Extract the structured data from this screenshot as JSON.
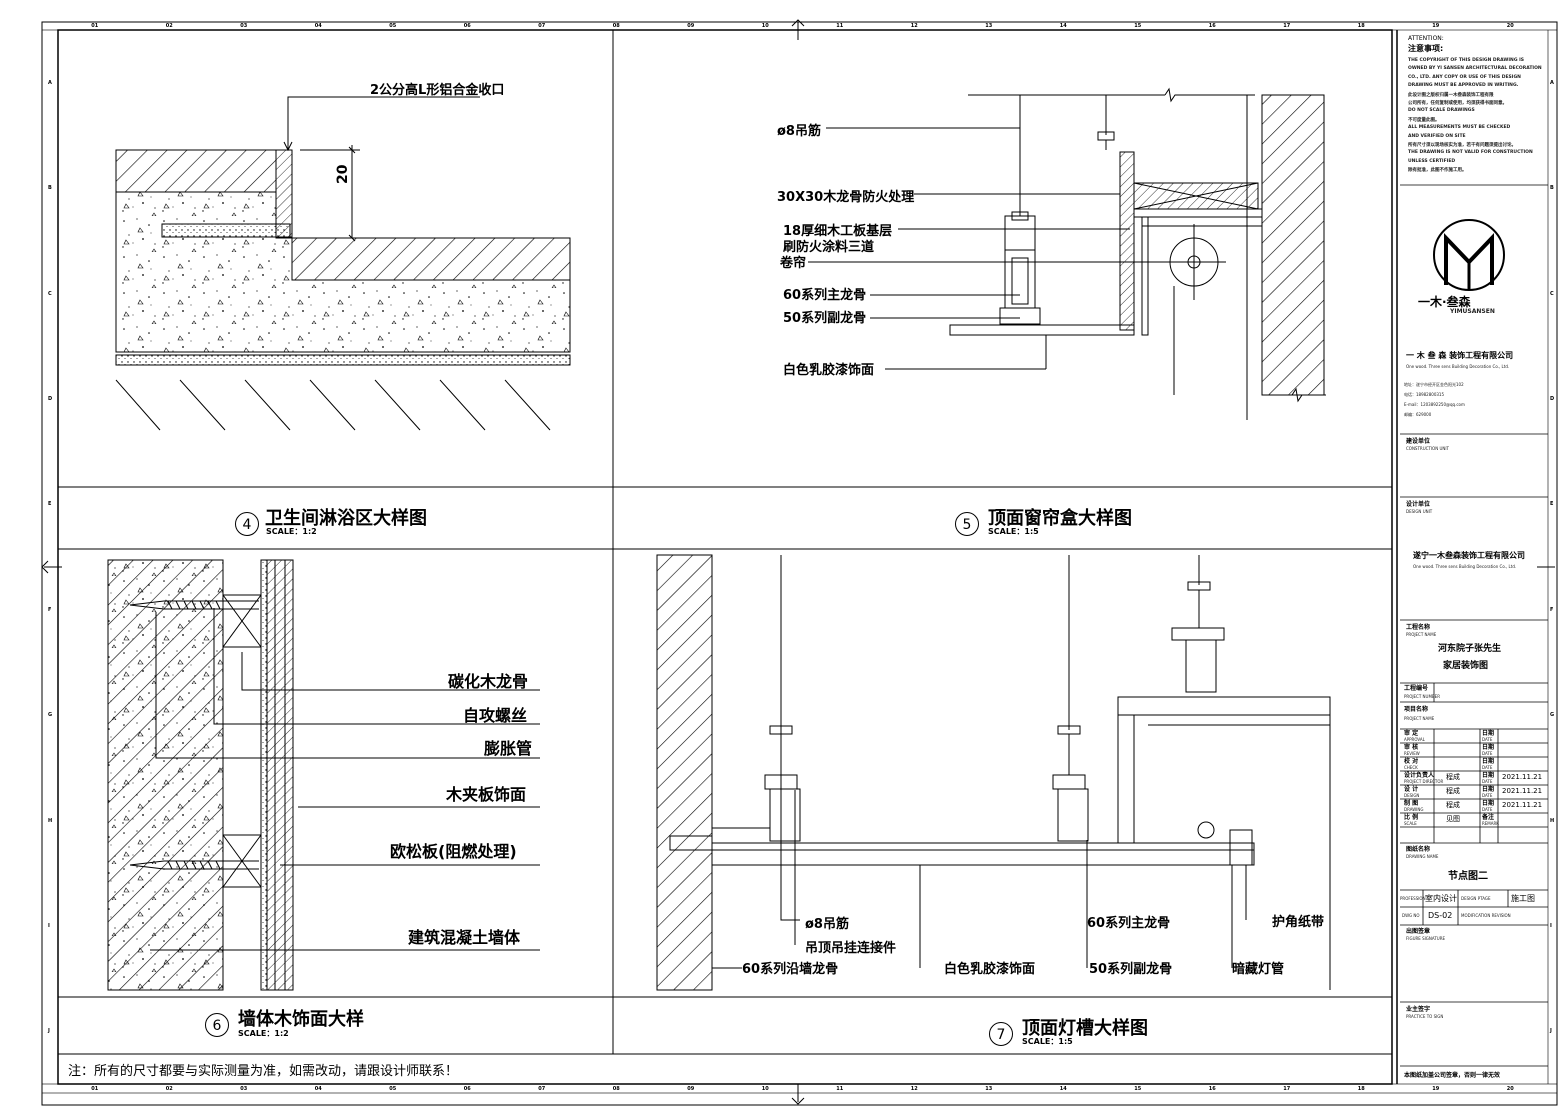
{
  "sheet": {
    "grid_numbers": [
      "01",
      "02",
      "03",
      "04",
      "05",
      "06",
      "07",
      "08",
      "09",
      "10",
      "11",
      "12",
      "13",
      "14",
      "15",
      "16",
      "17",
      "18",
      "19",
      "20"
    ],
    "grid_letters": [
      "A",
      "B",
      "C",
      "D",
      "E",
      "F",
      "G",
      "H",
      "I",
      "J"
    ],
    "note": "注：所有的尺寸都要与实际测量为准，如需改动，请跟设计师联系！"
  },
  "detail4": {
    "title": "卫生间淋浴区大样图",
    "number": "4",
    "scale": "SCALE：1:2",
    "label_top": "2公分高L形铝合金收口",
    "dim": "20"
  },
  "detail5": {
    "title": "顶面窗帘盒大样图",
    "number": "5",
    "scale": "SCALE：1:5",
    "labels": [
      "ø8吊筋",
      "30X30木龙骨防火处理",
      "18厚细木工板基层",
      "刷防火涂料三道",
      "卷帘",
      "60系列主龙骨",
      "50系列副龙骨",
      "白色乳胶漆饰面"
    ]
  },
  "detail6": {
    "title": "墙体木饰面大样",
    "number": "6",
    "scale": "SCALE：1:2",
    "labels": [
      "碳化木龙骨",
      "自攻螺丝",
      "膨胀管",
      "木夹板饰面",
      "欧松板(阻燃处理)",
      "建筑混凝土墙体"
    ]
  },
  "detail7": {
    "title": "顶面灯槽大样图",
    "number": "7",
    "scale": "SCALE：1:5",
    "labels": [
      "ø8吊筋",
      "吊顶吊挂连接件",
      "60系列沿墙龙骨",
      "白色乳胶漆饰面",
      "60系列主龙骨",
      "50系列副龙骨",
      "护角纸带",
      "暗藏灯管"
    ]
  },
  "titleblock": {
    "attention_head": "ATTENTION:",
    "attention_cn": "注意事项:",
    "attention_lines": [
      "THE COPYRIGHT OF THIS DESIGN DRAWING IS",
      "OWNED BY YI SANSEN ARCHITECTURAL DECORATION",
      "CO., LTD. ANY COPY OR USE OF THIS DESIGN",
      "DRAWING MUST BE APPROVED IN WRITING.",
      "此设计图之版权归属一木叁森装饰工程有限",
      "公司所有，任何复制或使用，均须获得书面同意。",
      "DO NOT SCALE DRAWINGS",
      "不可度量此图。",
      "ALL MEASUREMENTS MUST BE CHECKED",
      "AND VERIFIED ON SITE",
      "所有尺寸须以现场核实为准，若干有问题须提出讨论。",
      "THE DRAWING IS NOT VALID FOR CONSTRUCTION",
      "UNLESS CERTIFIED",
      "除有批准，此图不作施工用。"
    ],
    "logo_cn": "一木·叁森",
    "logo_en": "YIMUSANSEN",
    "company_cn": "一 木 叁 森  装饰工程有限公司",
    "company_en": "One wood. Three sens Building Decoration Co., Ltd.",
    "addr": "地址：遂宁市经开区金色阳光102",
    "tel": "电话：18982800315",
    "email": "E-mail：1203892250@qq.com",
    "zip": "邮编：629000",
    "construction_unit_cn": "建设单位",
    "construction_unit_en": "CONSTRUCTION UNIT",
    "design_unit_cn": "设计单位",
    "design_unit_en": "DESIGN UNIT",
    "design_company_cn": "遂宁一木叁森装饰工程有限公司",
    "design_company_en": "One wood. Three sens Building Decoration Co., Ltd.",
    "project_name_cn": "工程名称",
    "project_name_en": "PROJECT NAME",
    "project_line1": "河东院子张先生",
    "project_line2": "家居装饰图",
    "project_no_cn": "工程编号",
    "project_no_en": "PROJECT NUMBER",
    "item_name_cn": "项目名称",
    "item_name_en": "PROJECT NAME",
    "rows": [
      {
        "cn": "审  定",
        "en": "APPROVAL",
        "name": "",
        "date_cn": "日期",
        "date_en": "DATE",
        "date": ""
      },
      {
        "cn": "审  核",
        "en": "REVIEW",
        "name": "",
        "date_cn": "日期",
        "date_en": "DATE",
        "date": ""
      },
      {
        "cn": "校  对",
        "en": "CHECK",
        "name": "",
        "date_cn": "日期",
        "date_en": "DATE",
        "date": ""
      },
      {
        "cn": "设计负责人",
        "en": "PROJECT DIRECTOR",
        "name": "程成",
        "date_cn": "日期",
        "date_en": "DATE",
        "date": "2021.11.21"
      },
      {
        "cn": "设  计",
        "en": "DESIGN",
        "name": "程成",
        "date_cn": "日期",
        "date_en": "DATE",
        "date": "2021.11.21"
      },
      {
        "cn": "制  图",
        "en": "DRAWING",
        "name": "程成",
        "date_cn": "日期",
        "date_en": "DATE",
        "date": "2021.11.21"
      },
      {
        "cn": "比  例",
        "en": "SCALE",
        "name": "见图",
        "date_cn": "备注",
        "date_en": "REMARK",
        "date": ""
      }
    ],
    "drawing_name_cn": "图纸名称",
    "drawing_name_en": "DRAWING NAME",
    "drawing_name": "节点图二",
    "profession_en": "PROFESSION",
    "profession": "室内设计",
    "phase_en": "DESIGN PTAGE",
    "phase": "施工图",
    "dwg_no_en": "DWG NO",
    "dwg_no": "DS-02",
    "modification_en": "MODIFICATION REVISION",
    "sign_cn": "出图签章",
    "sign_en": "FIGURE SIGNATURE",
    "owner_cn": "业主签字",
    "owner_en": "PRACTICE TO SIGN",
    "footer": "本图纸加盖公司签章，否则一律无效"
  }
}
